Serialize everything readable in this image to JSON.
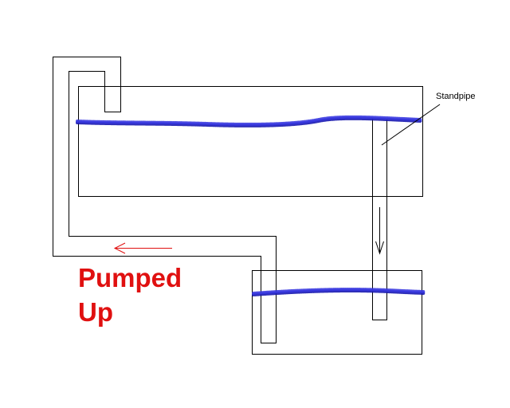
{
  "diagram": {
    "standpipe_label": "Standpipe",
    "pump_label_line1": "Pumped",
    "pump_label_line2": "Up"
  },
  "colors": {
    "water": "#2a2ad8",
    "water_dark": "#1a1ab0",
    "pump_text": "#e01010",
    "flow_arrow": "#e01010",
    "outline": "#000000",
    "background": "#ffffff"
  },
  "icons": {
    "down_arrow": "arrow-down-icon",
    "left_arrow": "arrow-left-icon"
  }
}
